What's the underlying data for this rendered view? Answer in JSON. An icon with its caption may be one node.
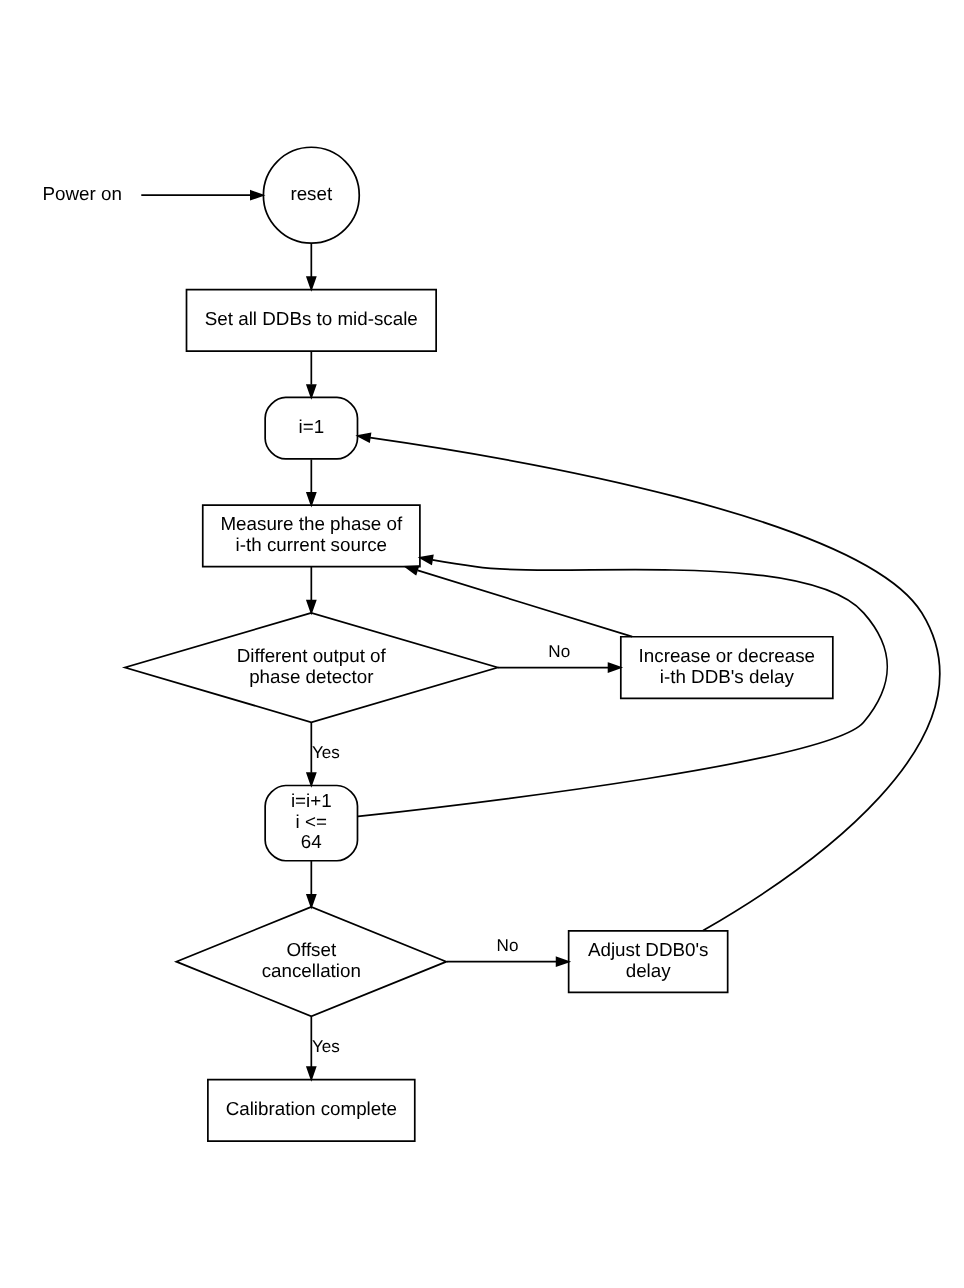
{
  "diagram": {
    "nodes": [
      {
        "text": [
          "Power on"
        ]
      },
      {
        "text": [
          "reset"
        ]
      },
      {
        "text": [
          "Set all DDBs to mid-scale"
        ]
      },
      {
        "text": [
          "i=1"
        ]
      },
      {
        "text": [
          "Measure the phase of i-th current source"
        ]
      },
      {
        "text": [
          "Different output of phase detector"
        ]
      },
      {
        "text": [
          "Increase or decrease i-th DDB's delay"
        ]
      },
      {
        "text": [
          "i=i+1 i <= 64"
        ]
      },
      {
        "text": [
          "Offset cancellation"
        ]
      },
      {
        "text": [
          "Adjust DDB0's delay"
        ]
      },
      {
        "text": [
          "Calibration complete"
        ]
      }
    ],
    "edges": [
      {
        "from": 0,
        "to": 1,
        "arrow": "to"
      },
      {
        "from": 1,
        "to": 2,
        "arrow": "to"
      },
      {
        "from": 2,
        "to": 3,
        "arrow": "to"
      },
      {
        "from": 3,
        "to": 4,
        "arrow": "to"
      },
      {
        "from": 4,
        "to": 5,
        "arrow": "to"
      },
      {
        "from": 5,
        "to": 6,
        "arrow": "to",
        "label": "No"
      },
      {
        "from": 6,
        "to": 4,
        "arrow": "to"
      },
      {
        "from": 5,
        "to": 7,
        "arrow": "to",
        "label": "Yes"
      },
      {
        "from": 7,
        "to": 4,
        "arrow": "to"
      },
      {
        "from": 7,
        "to": 8,
        "arrow": "to"
      },
      {
        "from": 8,
        "to": 9,
        "arrow": "to",
        "label": "No"
      },
      {
        "from": 9,
        "to": 3,
        "arrow": "to"
      },
      {
        "from": 8,
        "to": 10,
        "arrow": "to",
        "label": "Yes"
      }
    ]
  }
}
